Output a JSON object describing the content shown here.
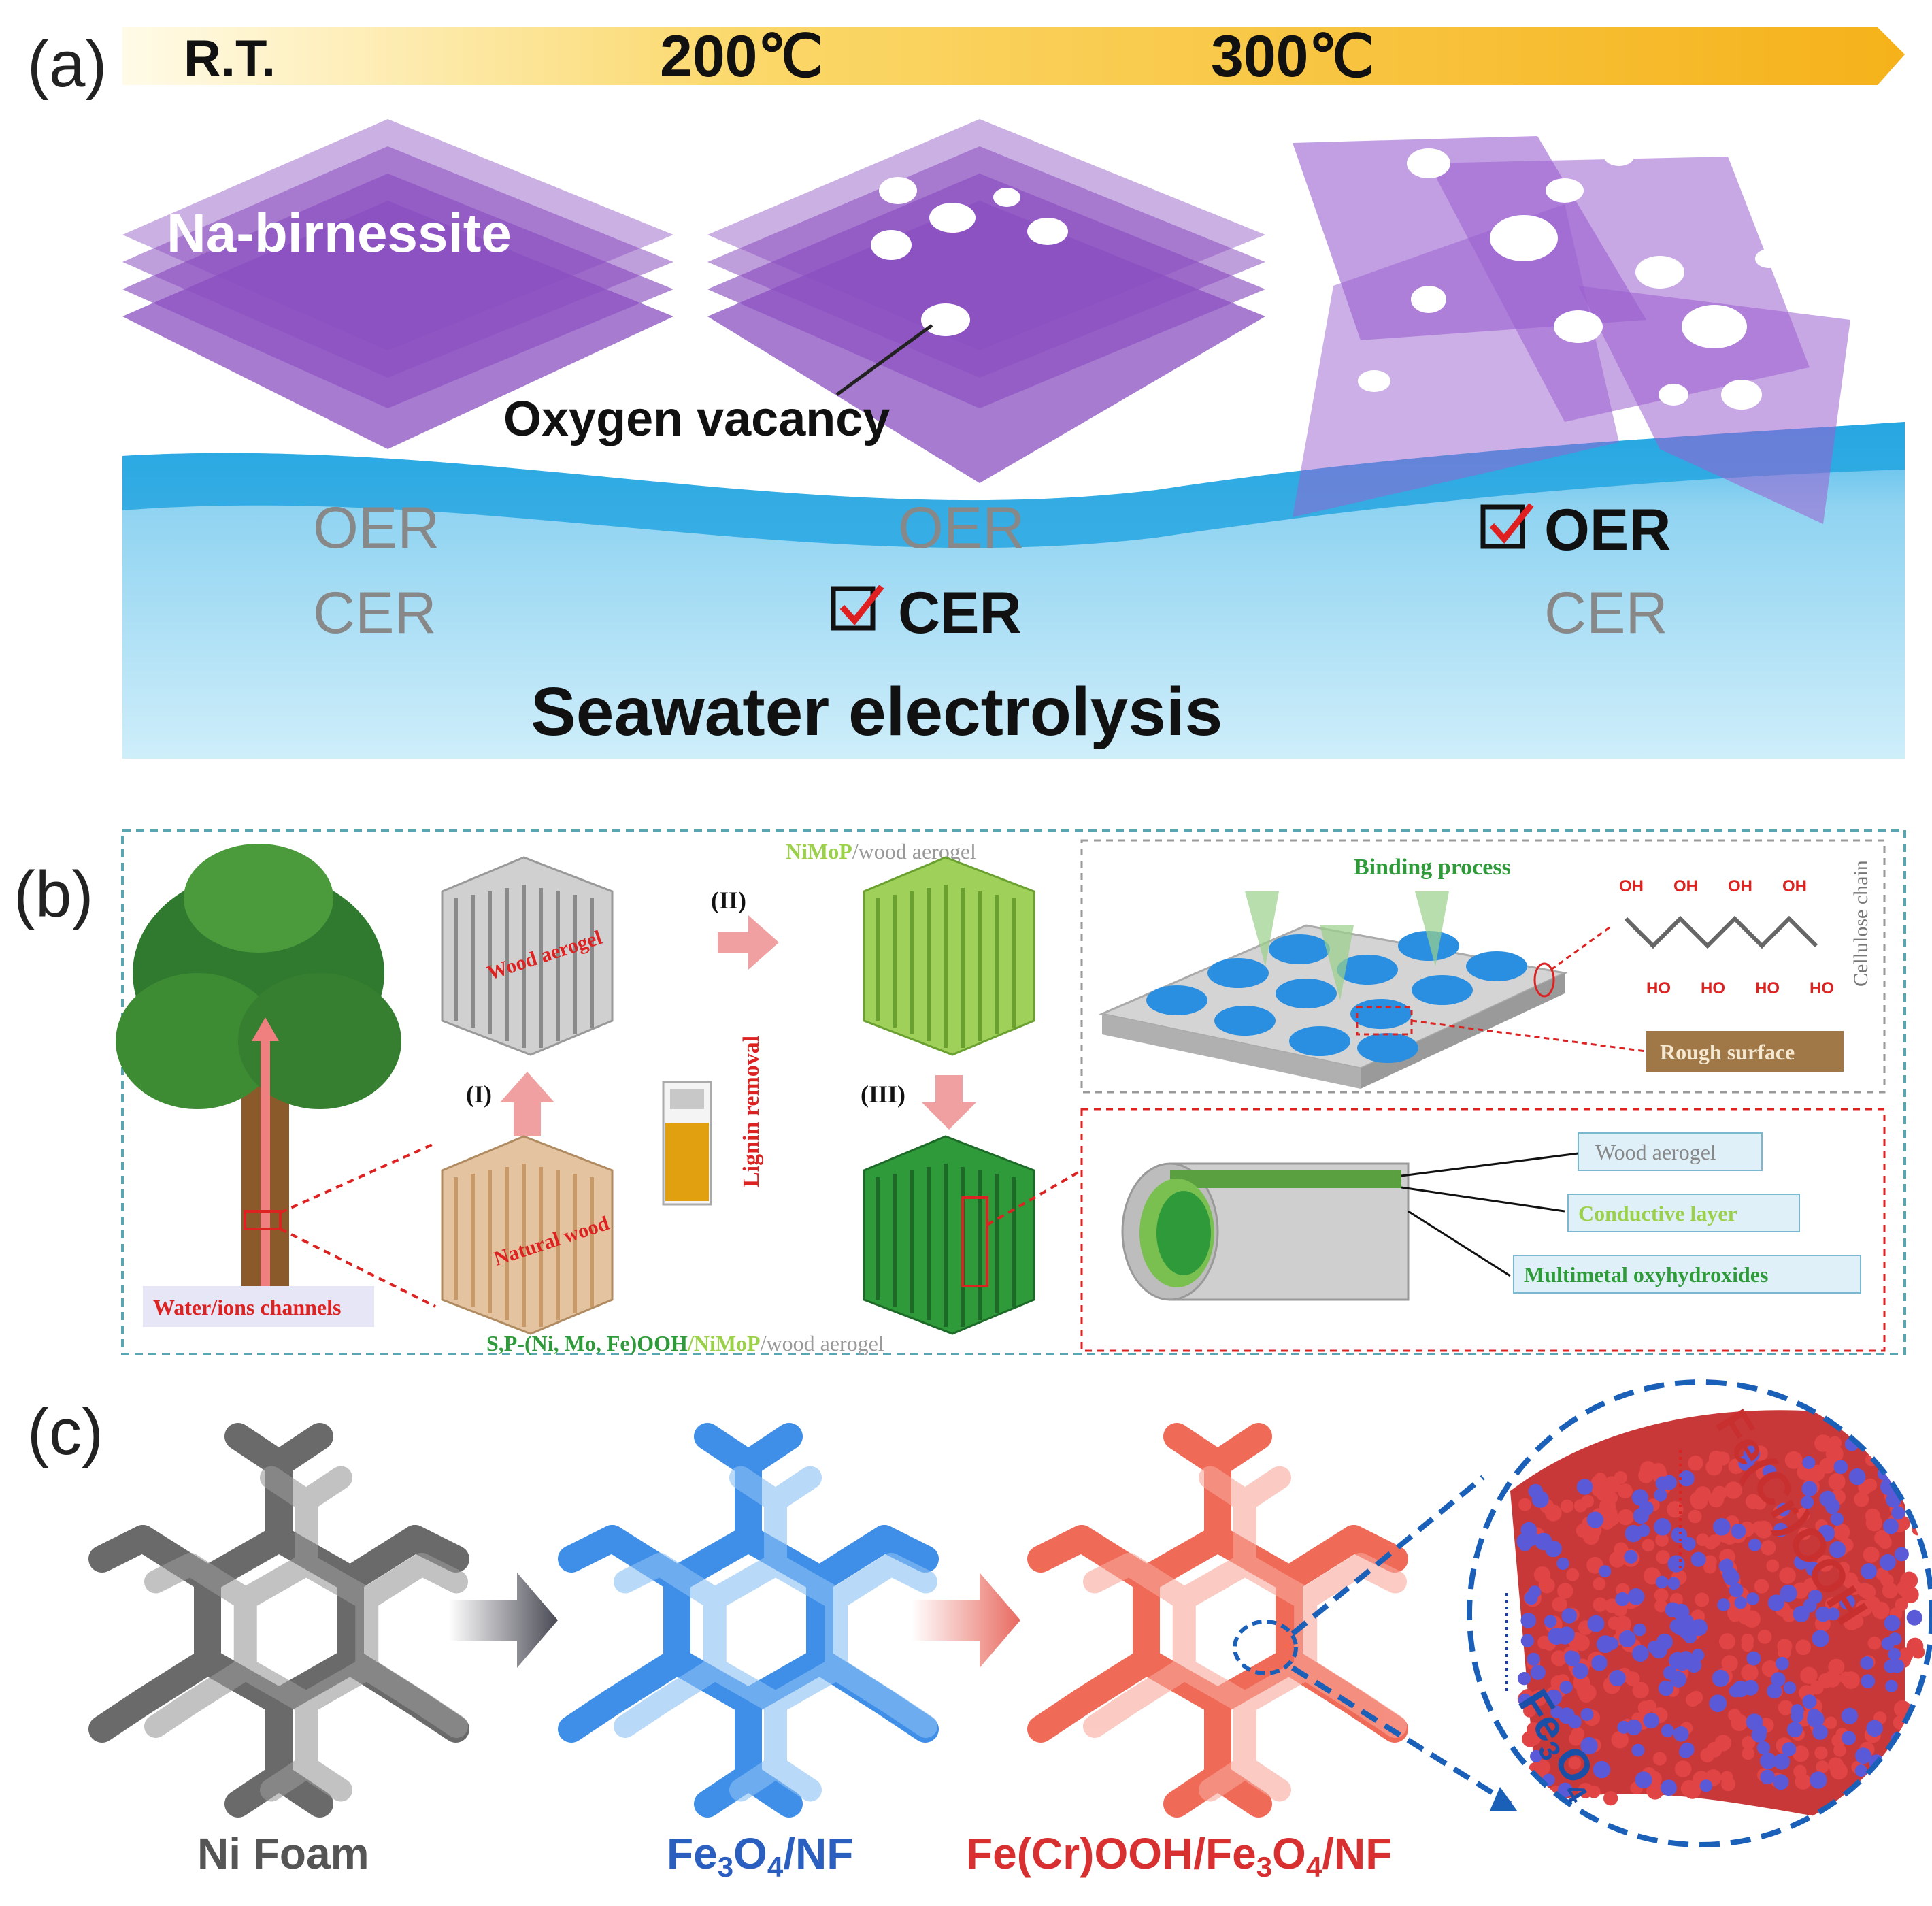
{
  "panel_a": {
    "label": "(a)",
    "temps": [
      "R.T.",
      "200℃",
      "300℃"
    ],
    "sheet_label": "Na-birnessite",
    "vacancy_label": "Oxygen vacancy",
    "columns": [
      {
        "oer": "OER",
        "cer": "CER",
        "checked": "none"
      },
      {
        "oer": "OER",
        "cer": "CER",
        "checked": "cer"
      },
      {
        "oer": "OER",
        "cer": "CER",
        "checked": "oer"
      }
    ],
    "bottom_title": "Seawater electrolysis",
    "colors": {
      "arrow_start": "#fff6d6",
      "arrow_end": "#f5b21a",
      "sheet": "#8a4fc0",
      "water": "#6cc6ec"
    }
  },
  "panel_b": {
    "label": "(b)",
    "tree_caption": "Water/ions channels",
    "step1": "(I)",
    "step2": "(II)",
    "step3": "(III)",
    "wood_aerogel": "Wood aerogel",
    "natural_wood": "Natural wood",
    "lignin_removal": "Lignin removal",
    "nimop_title_colored": "NiMoP",
    "nimop_title_rest": "/wood aerogel",
    "bottom_caption_1": "S,P-(Ni, Mo, Fe)OOH",
    "bottom_caption_2": "/NiMoP",
    "bottom_caption_3": "/wood aerogel",
    "binding_process": "Binding process",
    "cellulose_chain": "Cellulose chain",
    "oh": "OH",
    "ho": "HO",
    "rough_surface": "Rough surface",
    "layer_labels": [
      "Wood aerogel",
      "Conductive layer",
      "Multimetal oxyhydroxides"
    ]
  },
  "panel_c": {
    "label": "(c)",
    "captions": [
      "Ni Foam",
      "Fe3O4/NF",
      "Fe(Cr)OOH/Fe3O4/NF"
    ],
    "zoom_labels": [
      "Fe(Cr)OOH",
      "Fe3O4"
    ],
    "colors": {
      "ni": "#6a6a6a",
      "fe3o4": "#3f8fe8",
      "fecr": "#f06a58"
    }
  }
}
